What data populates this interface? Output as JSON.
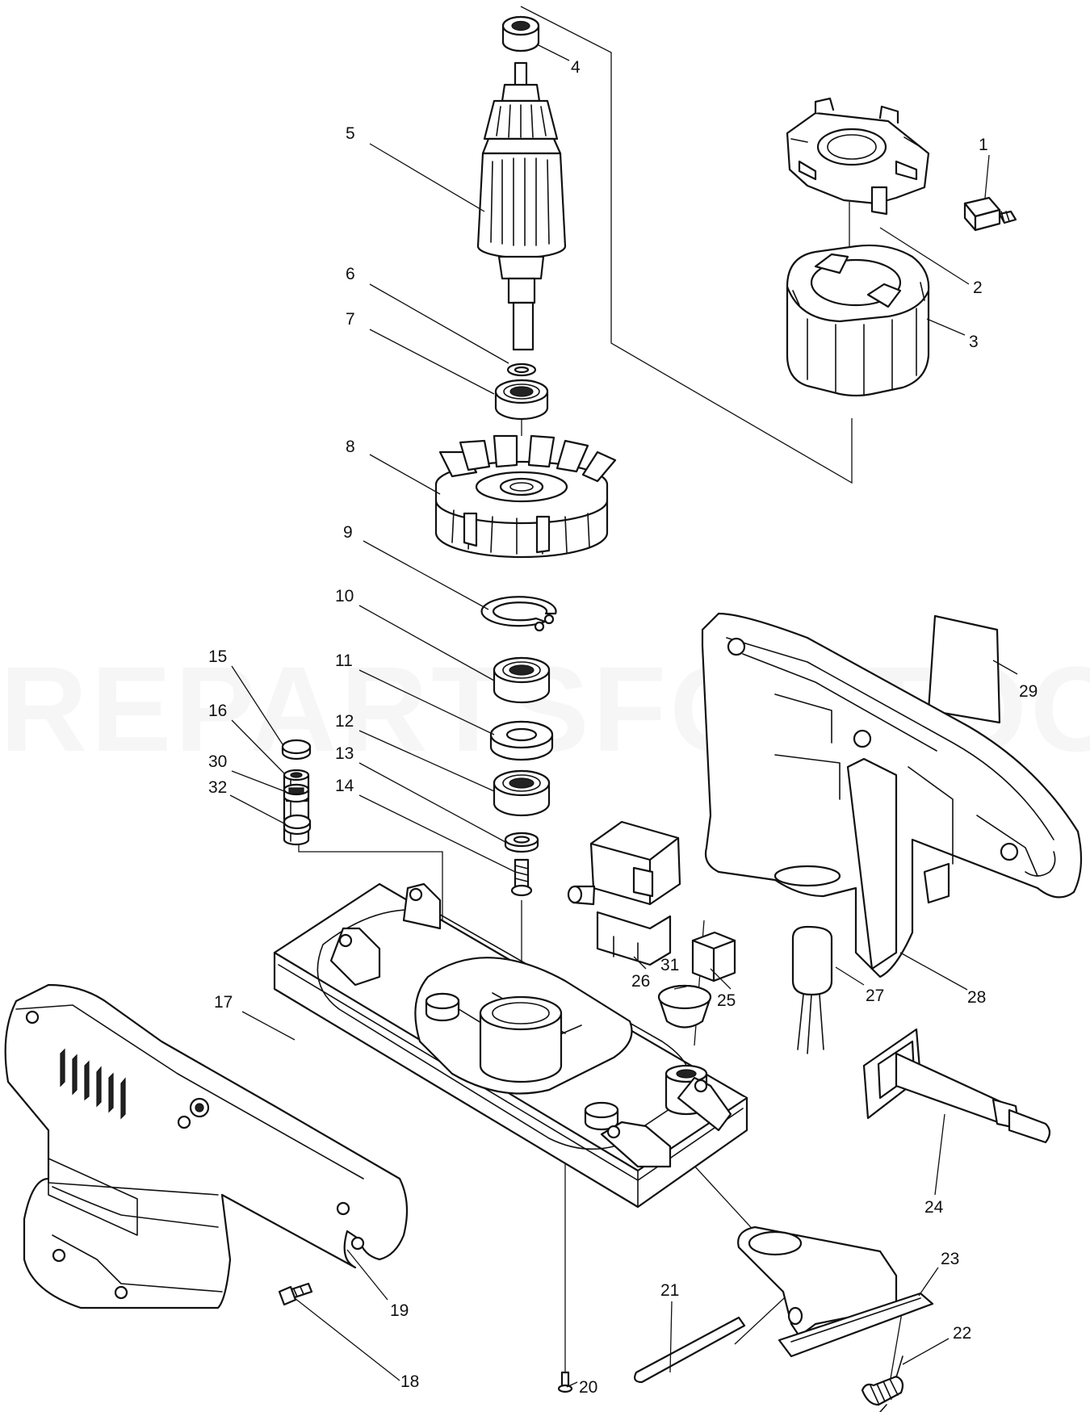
{
  "watermark": "REPARTSFORTOOLS.COM",
  "callouts": [
    "1",
    "2",
    "3",
    "4",
    "5",
    "6",
    "7",
    "8",
    "9",
    "10",
    "11",
    "12",
    "13",
    "14",
    "15",
    "16",
    "17",
    "18",
    "19",
    "20",
    "21",
    "22",
    "23",
    "24",
    "25",
    "26",
    "27",
    "28",
    "29",
    "30",
    "31",
    "32"
  ]
}
